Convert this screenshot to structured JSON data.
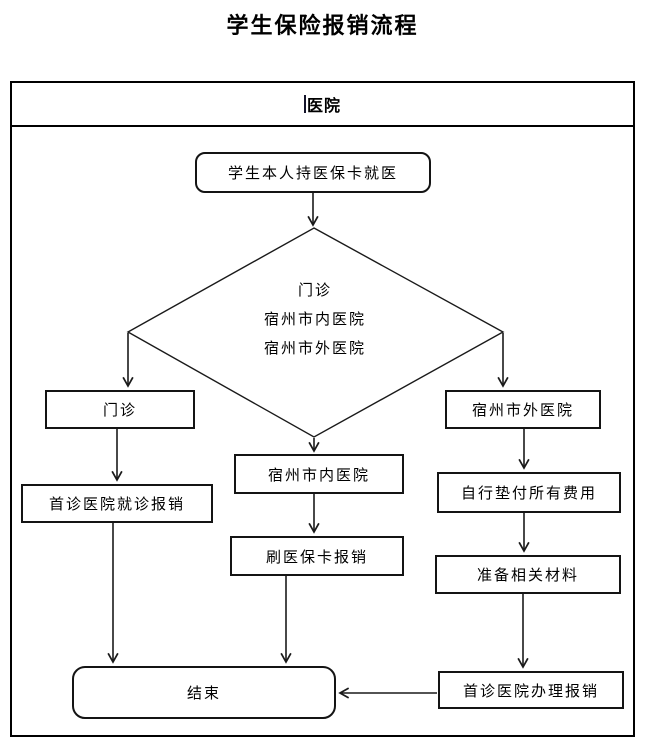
{
  "title": "学生保险报销流程",
  "header": {
    "label": "医院"
  },
  "nodes": {
    "start": "学生本人持医保卡就医",
    "decision_line1": "门诊",
    "decision_line2": "宿州市内医院",
    "decision_line3": "宿州市外医院",
    "outpatient": "门诊",
    "first_visit_reimburse": "首诊医院就诊报销",
    "in_city_hospital": "宿州市内医院",
    "swipe_card_reimburse": "刷医保卡报销",
    "out_city_hospital": "宿州市外医院",
    "self_pay": "自行垫付所有费用",
    "prepare_materials": "准备相关材料",
    "handle_reimburse": "首诊医院办理报销",
    "end": "结束"
  },
  "edges": [
    {
      "from": "start",
      "to": "decision"
    },
    {
      "from": "decision",
      "to": "outpatient"
    },
    {
      "from": "decision",
      "to": "in_city_hospital"
    },
    {
      "from": "decision",
      "to": "out_city_hospital"
    },
    {
      "from": "outpatient",
      "to": "first_visit_reimburse"
    },
    {
      "from": "first_visit_reimburse",
      "to": "end"
    },
    {
      "from": "in_city_hospital",
      "to": "swipe_card_reimburse"
    },
    {
      "from": "swipe_card_reimburse",
      "to": "end"
    },
    {
      "from": "out_city_hospital",
      "to": "self_pay"
    },
    {
      "from": "self_pay",
      "to": "prepare_materials"
    },
    {
      "from": "prepare_materials",
      "to": "handle_reimburse"
    },
    {
      "from": "handle_reimburse",
      "to": "end"
    }
  ],
  "colors": {
    "line": "#1a1a1a",
    "border": "#000000",
    "background": "#ffffff",
    "text": "#000000"
  }
}
